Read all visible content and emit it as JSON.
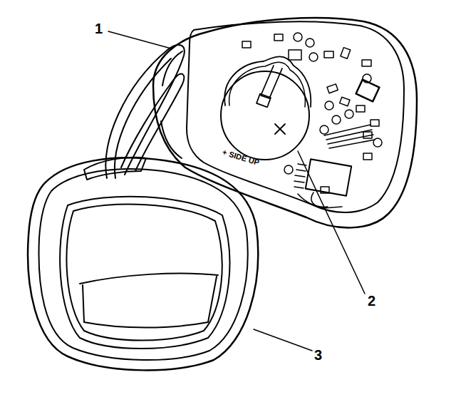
{
  "diagram": {
    "labels": [
      "1",
      "2",
      "3",
      "+ SIDE UP"
    ]
  }
}
